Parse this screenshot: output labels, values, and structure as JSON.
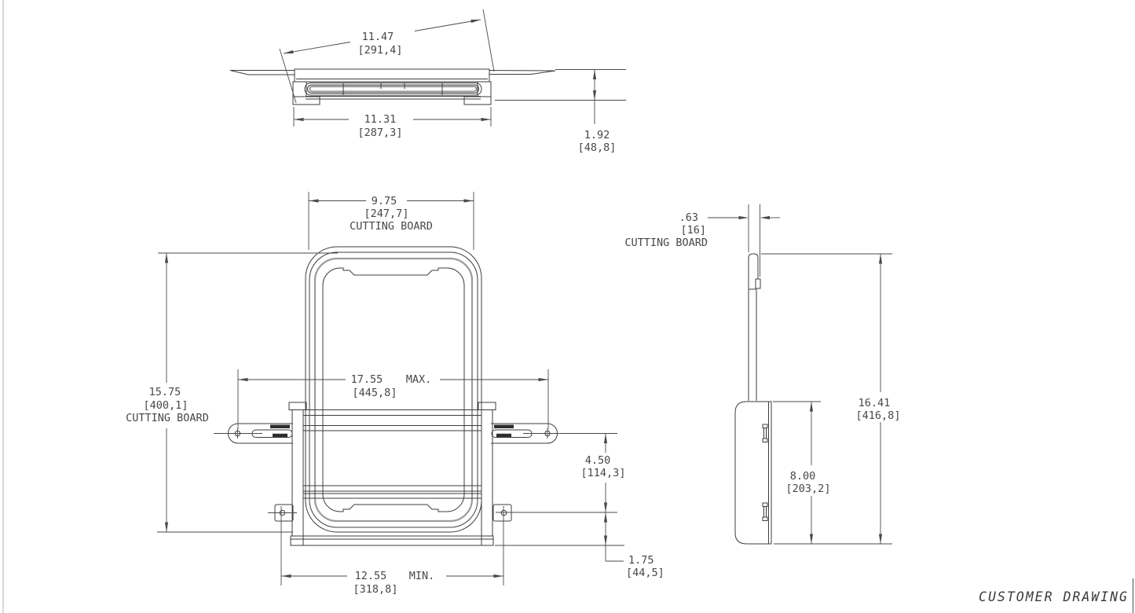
{
  "colors": {
    "line": "#3d3d3d",
    "light_line": "#9c9c9c",
    "text": "#474747",
    "background": "#ffffff"
  },
  "title_block": {
    "label": "CUSTOMER DRAWING"
  },
  "top_view": {
    "dim_overall_width": {
      "in": "11.47",
      "mm": "[291,4]"
    },
    "dim_base_width": {
      "in": "11.31",
      "mm": "[287,3]"
    },
    "dim_height": {
      "in": "1.92",
      "mm": "[48,8]"
    }
  },
  "front_view": {
    "dim_board_width": {
      "in": "9.75",
      "mm": "[247,7]",
      "label": "CUTTING BOARD"
    },
    "dim_extended_width": {
      "in": "17.55",
      "qualifier": "MAX.",
      "mm": "[445,8]"
    },
    "dim_board_height": {
      "in": "15.75",
      "mm": "[400,1]",
      "label": "CUTTING BOARD"
    },
    "dim_arm_to_tab": {
      "in": "4.50",
      "mm": "[114,3]"
    },
    "dim_tab_to_base": {
      "in": "1.75",
      "mm": "[44,5]"
    },
    "dim_retracted_width": {
      "in": "12.55",
      "qualifier": "MIN.",
      "mm": "[318,8]"
    }
  },
  "side_view": {
    "dim_board_thickness": {
      "in": ".63",
      "mm": "[16]",
      "label": "CUTTING BOARD"
    },
    "dim_overall_height": {
      "in": "16.41",
      "mm": "[416,8]"
    },
    "dim_rack_height": {
      "in": "8.00",
      "mm": "[203,2]"
    }
  }
}
